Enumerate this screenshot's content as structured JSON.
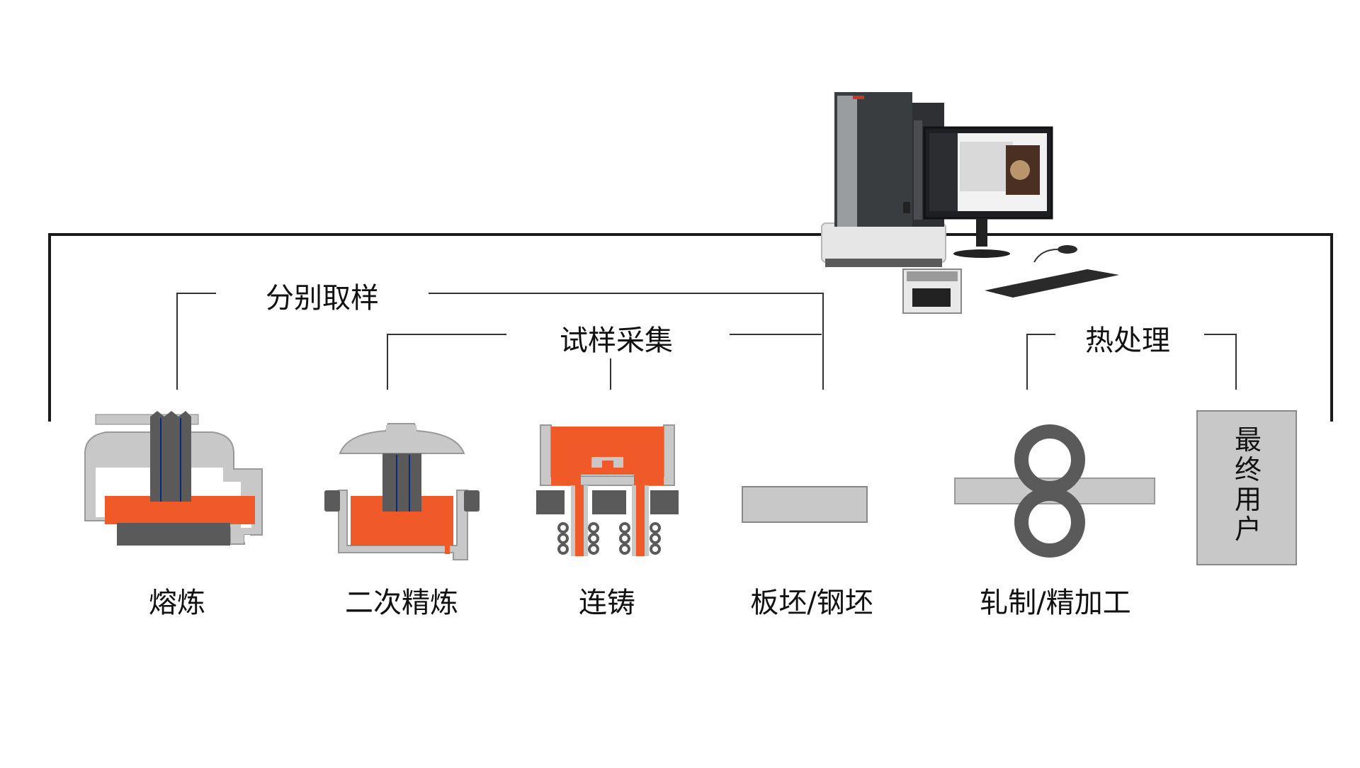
{
  "brackets": {
    "separate_sampling": "分别取样",
    "sample_collection": "试样采集",
    "heat_treatment": "热处理"
  },
  "stages": [
    {
      "key": "melting",
      "label": "熔炼"
    },
    {
      "key": "secondary_refining",
      "label": "二次精炼"
    },
    {
      "key": "continuous_casting",
      "label": "连铸"
    },
    {
      "key": "slab_billet",
      "label": "板坯/钢坯"
    },
    {
      "key": "rolling_finishing",
      "label": "轧制/精加工"
    }
  ],
  "end_user": "最终用户",
  "colors": {
    "molten_steel": "#f05a28",
    "equipment_light": "#c8c8c8",
    "equipment_dark": "#5a5a5a",
    "line": "#1a1a1a"
  },
  "icons": [
    "melting-furnace-icon",
    "ladle-refining-icon",
    "continuous-caster-icon",
    "slab-icon",
    "rolling-mill-icon",
    "sem-instrument-icon"
  ]
}
